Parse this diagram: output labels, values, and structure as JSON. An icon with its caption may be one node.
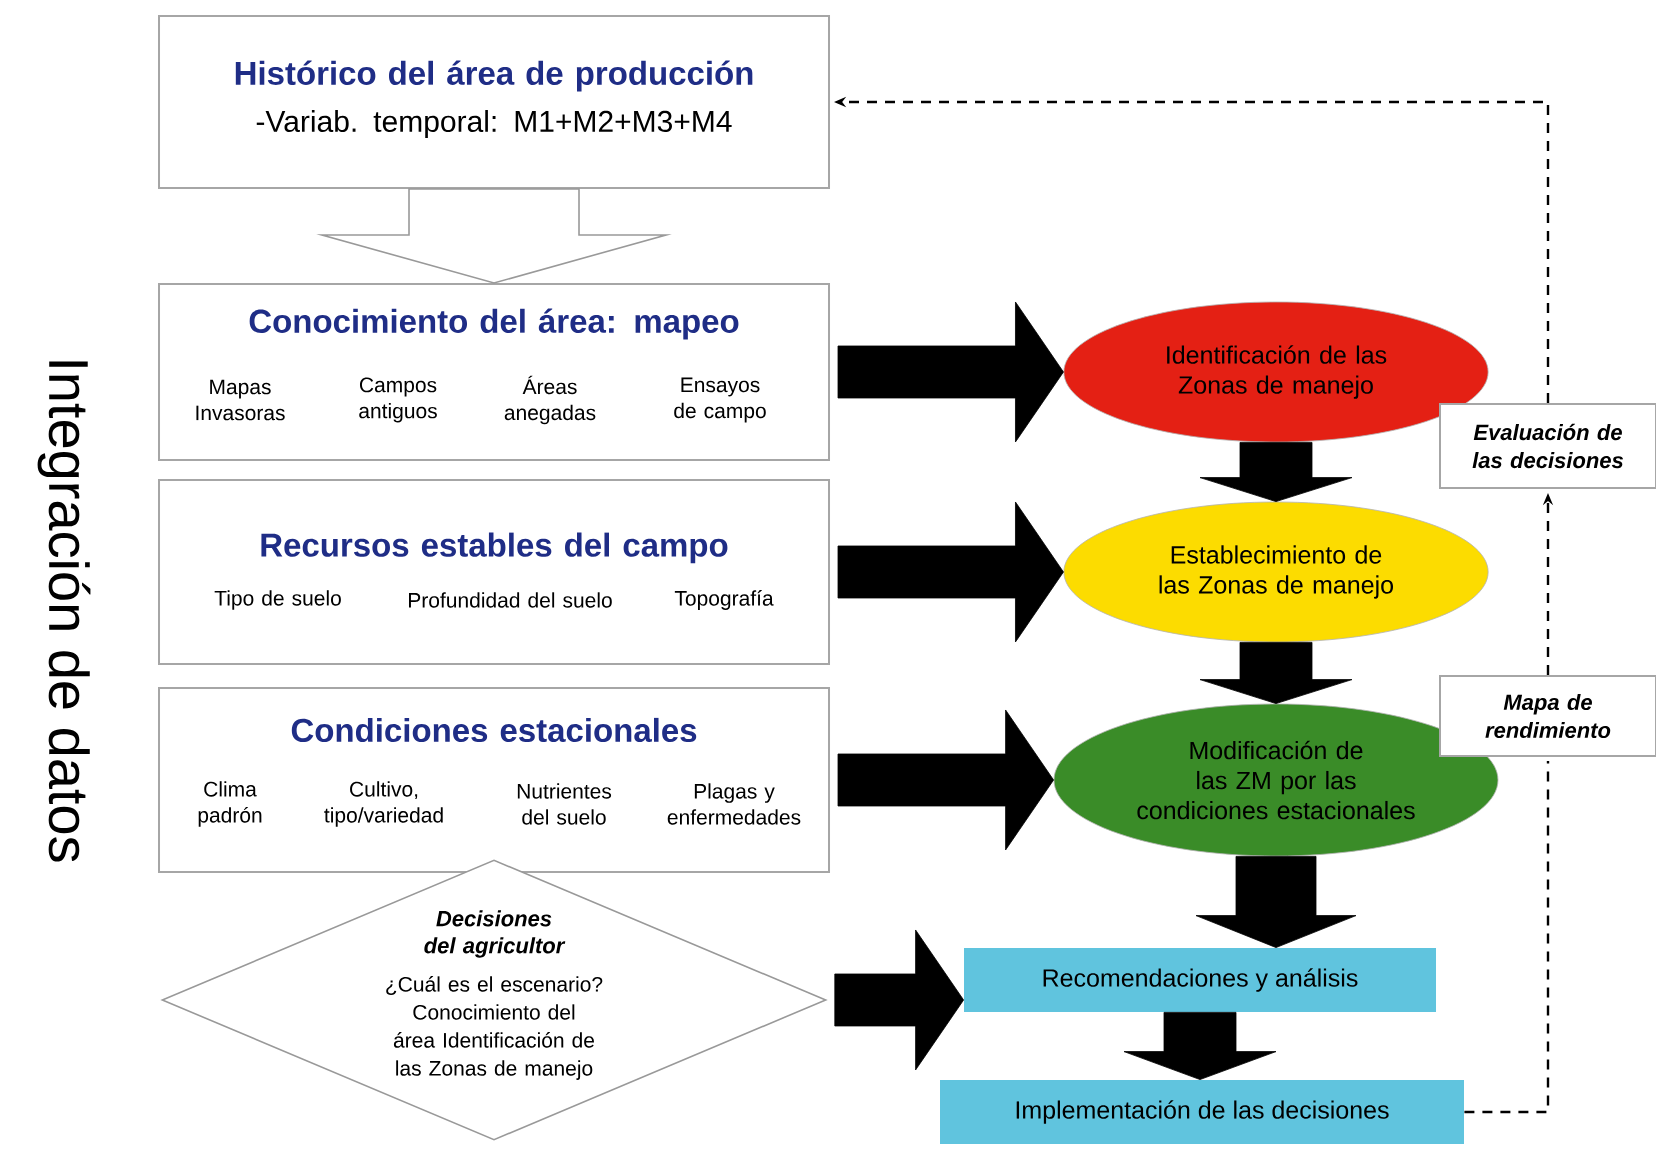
{
  "diagram": {
    "nodes": [
      {
        "text": [
          "Histórico del área de producción",
          "-Variab. temporal: M1+M2+M3+M4"
        ]
      },
      {
        "text": [
          "Conocimiento del área: mapeo",
          "Mapas Invasoras",
          "Campos antiguos",
          "Áreas anegadas",
          "Ensayos de campo"
        ]
      },
      {
        "text": [
          "Recursos estables del campo",
          "Tipo de suelo",
          "Profundidad del suelo",
          "Topografía"
        ]
      },
      {
        "text": [
          "Condiciones estacionales",
          "Clima padrón",
          "Cultivo, tipo/variedad",
          "Nutrientes del suelo",
          "Plagas y enfermedades"
        ]
      },
      {
        "text": [
          "Decisiones del agricultor",
          "¿Cuál es el escenario? Conocimiento del área Identificación de las Zonas de manejo"
        ]
      },
      {
        "text": [
          "Identificación de las Zonas de manejo"
        ]
      },
      {
        "text": [
          "Establecimiento de las Zonas de manejo"
        ]
      },
      {
        "text": [
          "Modificación de las ZM por las condiciones estacionales"
        ]
      },
      {
        "text": [
          "Recomendaciones y análisis"
        ]
      },
      {
        "text": [
          "Implementación de las decisiones"
        ]
      },
      {
        "text": [
          "Mapa de rendimiento"
        ]
      },
      {
        "text": [
          "Evaluación de las decisiones"
        ]
      }
    ],
    "edges": [
      {
        "from": 0,
        "to": 1,
        "arrow": "to",
        "style": "thick",
        "color": "#ffffff"
      },
      {
        "from": 1,
        "to": 5,
        "arrow": "to",
        "style": "thick"
      },
      {
        "from": 2,
        "to": 6,
        "arrow": "to",
        "style": "thick"
      },
      {
        "from": 3,
        "to": 7,
        "arrow": "to",
        "style": "thick"
      },
      {
        "from": 4,
        "to": 8,
        "arrow": "to",
        "style": "thick"
      },
      {
        "from": 5,
        "to": 6,
        "arrow": "to",
        "style": "thick"
      },
      {
        "from": 6,
        "to": 7,
        "arrow": "to",
        "style": "thick"
      },
      {
        "from": 7,
        "to": 8,
        "arrow": "to",
        "style": "thick"
      },
      {
        "from": 8,
        "to": 9,
        "arrow": "to",
        "style": "thick"
      },
      {
        "from": 9,
        "to": 10,
        "arrow": "none",
        "style": "dashed"
      },
      {
        "from": 10,
        "to": 11,
        "arrow": "to",
        "style": "dashed"
      },
      {
        "from": 11,
        "to": 0,
        "arrow": "to",
        "style": "dashed"
      }
    ],
    "labels": [
      "Integración de datos"
    ]
  }
}
